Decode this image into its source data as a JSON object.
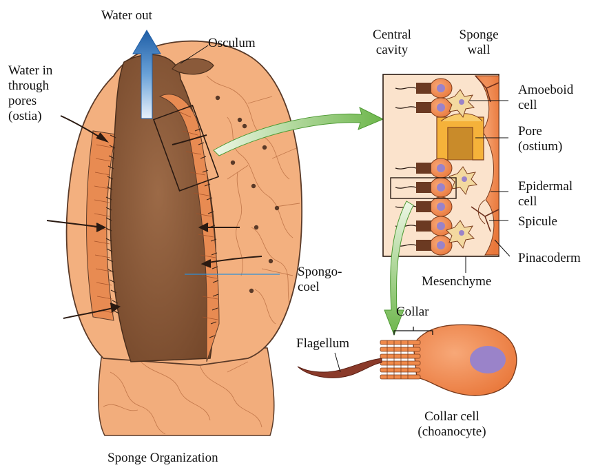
{
  "labels": {
    "water_out": "Water out",
    "osculum": "Osculum",
    "water_in": [
      "Water in",
      "through",
      "pores",
      "(ostia)"
    ],
    "central_cavity": [
      "Central",
      "cavity"
    ],
    "sponge_wall": [
      "Sponge",
      "wall"
    ],
    "amoeboid_cell": [
      "Amoeboid",
      "cell"
    ],
    "pore": [
      "Pore",
      "(ostium)"
    ],
    "epidermal_cell": [
      "Epidermal",
      "cell"
    ],
    "spicule": "Spicule",
    "pinacoderm": "Pinacoderm",
    "mesenchyme": "Mesenchyme",
    "spongocoel": [
      "Spongo-",
      "coel"
    ],
    "collar": "Collar",
    "flagellum": "Flagellum",
    "collar_cell": [
      "Collar cell",
      "(choanocyte)"
    ],
    "caption": "Sponge Organization"
  },
  "colors": {
    "body_fill": "#f3b07f",
    "cavity_fill": "#8a5a3a",
    "cell_orange": "#f08a4b",
    "nucleus": "#9a83c9",
    "arrow_blue": "#2a6fb5",
    "arrow_green": "#7dbf5a",
    "pore_yellow": "#f5b23a",
    "mesenchyme_fill": "#fbe3cc"
  }
}
